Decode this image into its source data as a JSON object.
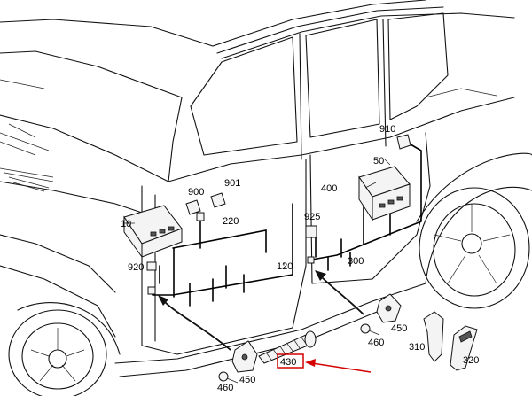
{
  "labels": {
    "l10": "10",
    "l50": "50",
    "l120": "120",
    "l220": "220",
    "l300": "300",
    "l310": "310",
    "l320": "320",
    "l400": "400",
    "l430": "430",
    "l450a": "450",
    "l450b": "450",
    "l460a": "460",
    "l460b": "460",
    "l900": "900",
    "l901": "901",
    "l910": "910",
    "l920": "920",
    "l925": "925"
  },
  "colors": {
    "highlight": "#d40000",
    "line": "#111111"
  }
}
